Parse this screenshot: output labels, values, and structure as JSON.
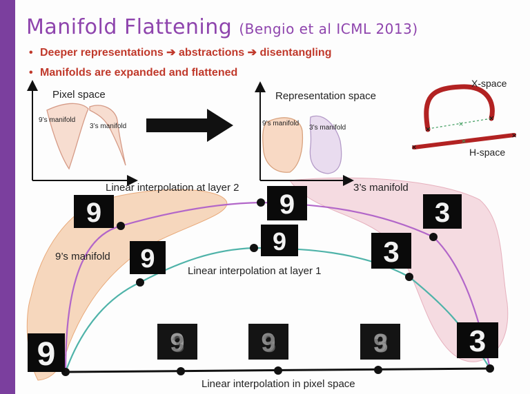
{
  "slide": {
    "title": "Manifold Flattening",
    "citation": "(Bengio et al ICML 2013)",
    "bullets": [
      "Deeper representations ➔ abstractions ➔ disentangling",
      "Manifolds are expanded and flattened"
    ]
  },
  "pixel_panel": {
    "title": "Pixel space",
    "label_9": "9’s manifold",
    "label_3": "3’s manifold"
  },
  "representation_panel": {
    "title": "Representation space",
    "label_9": "9’s manifold",
    "label_3": "3’s manifold"
  },
  "xh_panel": {
    "x_label": "X-space",
    "h_label": "H-space"
  },
  "main": {
    "label_layer2": "Linear interpolation at layer 2",
    "label_layer1": "Linear interpolation at layer 1",
    "label_pixel": "Linear interpolation in pixel space",
    "label_manifold_9": "9’s manifold",
    "label_manifold_3": "3’s manifold"
  },
  "digits": {
    "nine": "9",
    "three": "3"
  },
  "colors": {
    "purple": "#b266c9",
    "teal": "#4fb3a9",
    "orange_fill": "#f3c9a7",
    "pink_fill": "#f3d5dc",
    "red": "#b22222",
    "title": "#8e44ad",
    "bullet": "#c0392b"
  }
}
